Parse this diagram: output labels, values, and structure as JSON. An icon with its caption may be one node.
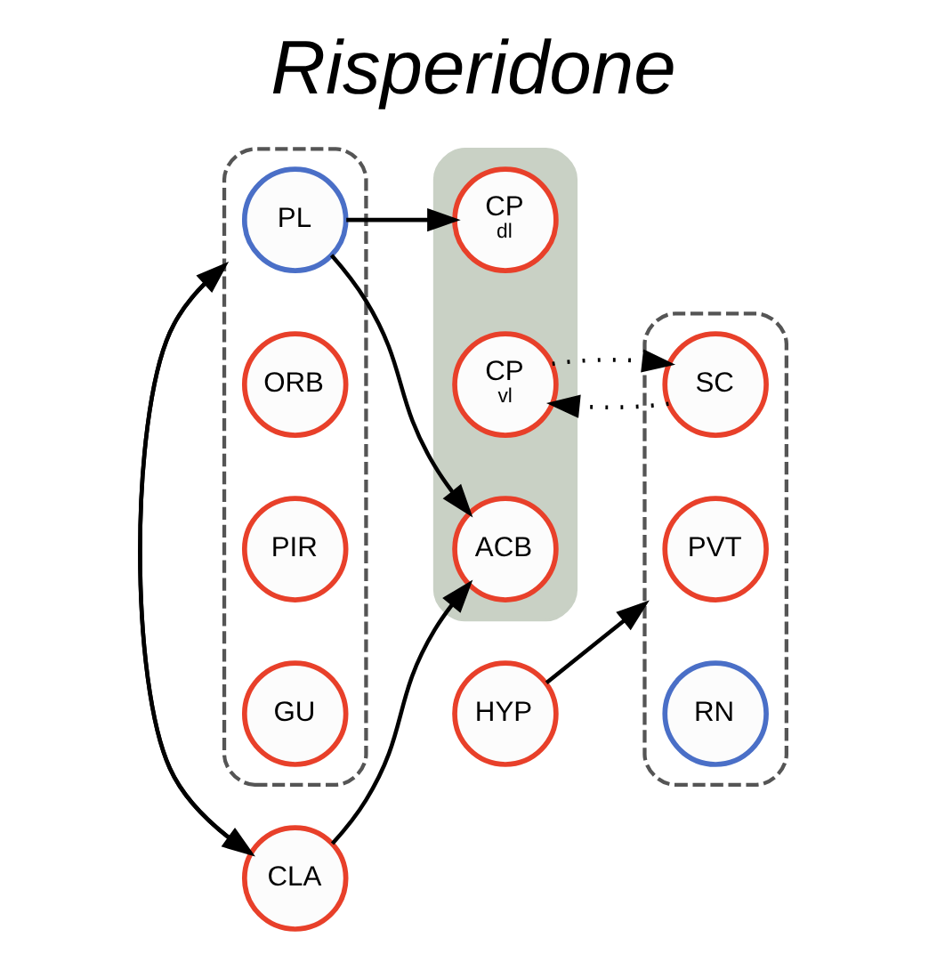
{
  "diagram": {
    "title": "Risperidone",
    "nodes": [
      {
        "text": [],
        "shape": "ellipse"
      },
      {
        "text": [
          "PL"
        ],
        "in": 0
      },
      {
        "text": [
          "ORB"
        ],
        "in": 0
      },
      {
        "text": [
          "PIR"
        ],
        "in": 0
      },
      {
        "text": [
          "GU"
        ],
        "in": 0
      },
      {
        "text": [
          "CLA"
        ]
      },
      {
        "text": [],
        "shape": "band"
      },
      {
        "text": [
          "CP",
          "dl"
        ],
        "in": 6
      },
      {
        "text": [
          "CP",
          "vl"
        ],
        "in": 6
      },
      {
        "text": [
          "ACB"
        ],
        "in": 6
      },
      {
        "text": [
          "HYP"
        ]
      },
      {
        "text": [],
        "shape": "ellipse"
      },
      {
        "text": [
          "PVT"
        ],
        "in": 11
      },
      {
        "text": [
          "SC"
        ],
        "in": 11
      },
      {
        "text": [
          "RN"
        ],
        "in": 11
      }
    ],
    "edges": [
      {
        "from": 1,
        "to": 7,
        "arrow": "to"
      },
      {
        "from": 1,
        "to": 9,
        "arrow": "to"
      },
      {
        "from": 0,
        "to": 5,
        "arrow": "to"
      },
      {
        "from": 5,
        "to": 0,
        "arrow": "to"
      },
      {
        "from": 5,
        "to": 9,
        "arrow": "to"
      },
      {
        "from": 8,
        "to": 13,
        "arrow": "to",
        "style": "dashed"
      },
      {
        "from": 13,
        "to": 8,
        "arrow": "to",
        "style": "dashed"
      },
      {
        "from": 10,
        "to": 11,
        "arrow": "to"
      }
    ]
  }
}
